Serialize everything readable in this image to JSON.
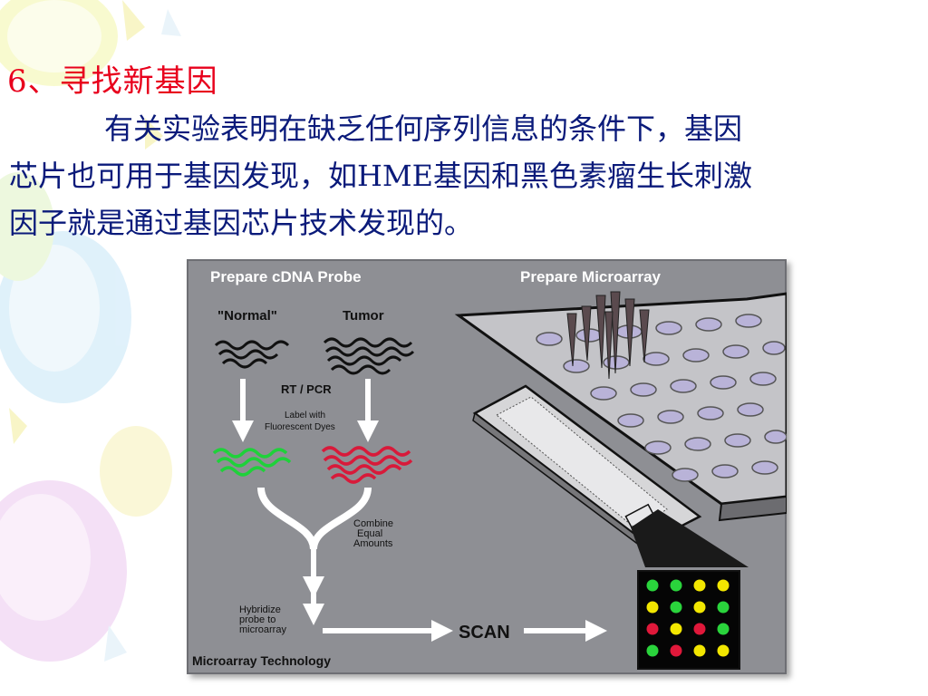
{
  "heading": "6、寻找新基因",
  "paragraph": {
    "line1": "有关实验表明在缺乏任何序列信息的条件下，基因",
    "line2": "芯片也可用于基因发现，如HME基因和黑色素瘤生长刺激",
    "line3": "因子就是通过基因芯片技术发现的。"
  },
  "diagram": {
    "title_left": "Prepare cDNA Probe",
    "title_right": "Prepare Microarray",
    "label_normal": "\"Normal\"",
    "label_tumor": "Tumor",
    "label_rtpcr": "RT / PCR",
    "label_fluor_1": "Label with",
    "label_fluor_2": "Fluorescent Dyes",
    "label_combine_1": "Combine",
    "label_combine_2": "Equal",
    "label_combine_3": "Amounts",
    "label_hyb_1": "Hybridize",
    "label_hyb_2": "probe to",
    "label_hyb_3": "microarray",
    "label_scan": "SCAN",
    "caption": "Microarray Technology",
    "colors": {
      "panel": "#8e8f94",
      "green_dye": "#1fd13a",
      "red_dye": "#d81a3a",
      "well_fill": "#b9b3d8"
    }
  }
}
